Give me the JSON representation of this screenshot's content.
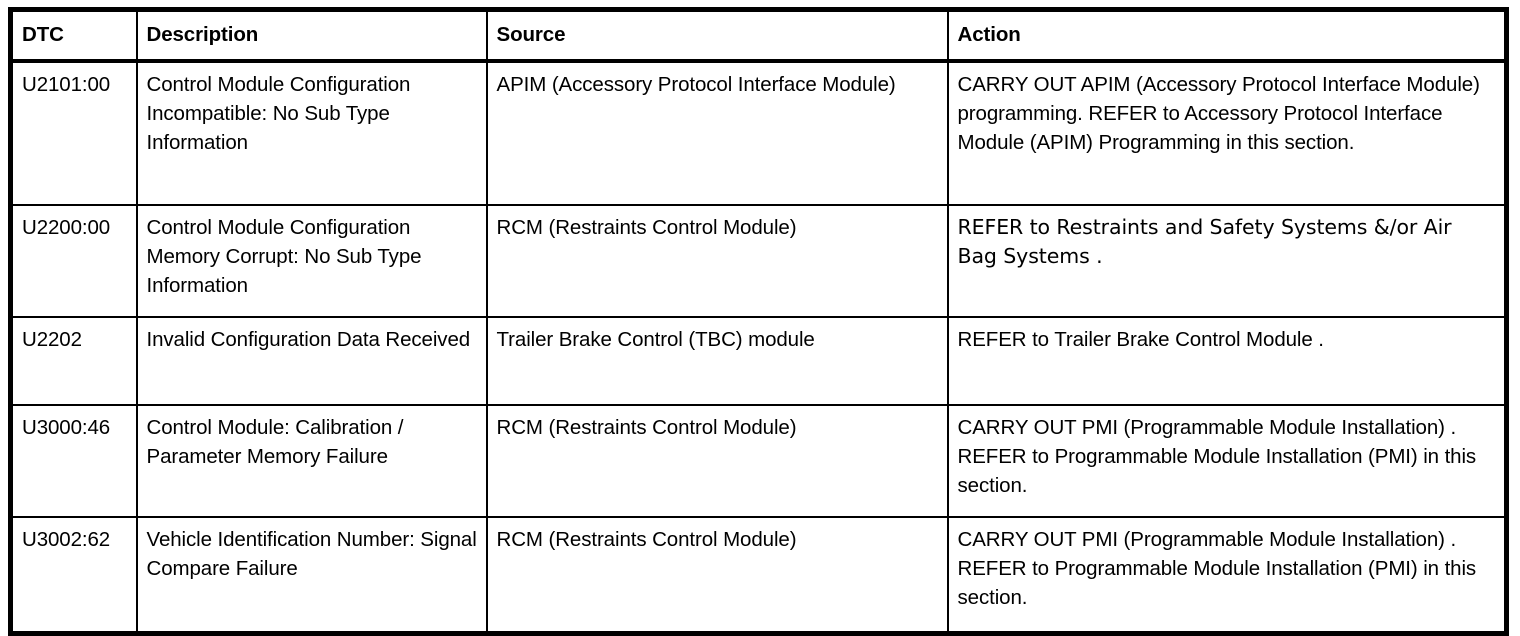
{
  "table": {
    "columns": [
      {
        "key": "dtc",
        "label": "DTC"
      },
      {
        "key": "description",
        "label": "Description"
      },
      {
        "key": "source",
        "label": "Source"
      },
      {
        "key": "action",
        "label": "Action"
      }
    ],
    "rows": [
      {
        "dtc": "U2101:00",
        "description": "Control Module Configuration Incompatible: No Sub Type Information",
        "source": "APIM (Accessory Protocol Interface Module)",
        "action": "CARRY OUT APIM (Accessory Protocol Interface Module) programming. REFER to Accessory Protocol Interface Module (APIM) Programming in this section."
      },
      {
        "dtc": "U2200:00",
        "description": "Control Module Configuration Memory Corrupt: No Sub Type Information",
        "source": "RCM (Restraints Control Module)",
        "action": "REFER to Restraints and Safety Systems &/or Air Bag Systems ."
      },
      {
        "dtc": "U2202",
        "description": "Invalid Configuration Data Received",
        "source": "Trailer Brake Control (TBC) module",
        "action": "REFER to Trailer Brake Control Module ."
      },
      {
        "dtc": "U3000:46",
        "description": "Control Module: Calibration / Parameter Memory Failure",
        "source": "RCM (Restraints Control Module)",
        "action": "CARRY OUT PMI (Programmable Module Installation) . REFER to Programmable Module Installation (PMI) in this section."
      },
      {
        "dtc": "U3002:62",
        "description": "Vehicle Identification Number: Signal Compare Failure",
        "source": "RCM (Restraints Control Module)",
        "action": "CARRY OUT PMI (Programmable Module Installation) . REFER to Programmable Module Installation (PMI) in this section."
      }
    ]
  },
  "colors": {
    "border": "#000000",
    "text": "#000000",
    "background": "#ffffff"
  }
}
